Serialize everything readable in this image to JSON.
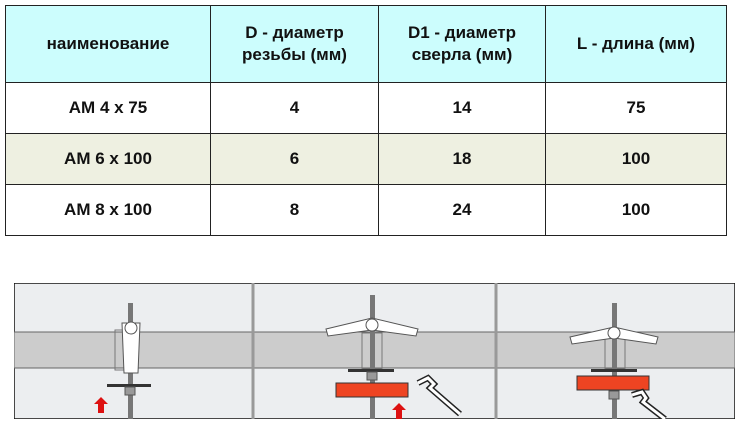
{
  "table": {
    "headers": [
      "наименование",
      "D - диаметр резьбы (мм)",
      "D1  - диаметр сверла (мм)",
      "L - длина (мм)"
    ],
    "rows": [
      [
        "АМ 4 х 75",
        "4",
        "14",
        "75"
      ],
      [
        "АМ 6 х 100",
        "6",
        "18",
        "100"
      ],
      [
        "АМ 8 х 100",
        "8",
        "24",
        "100"
      ]
    ]
  },
  "colors": {
    "header_bg": "#ccfdfd",
    "alt_row_bg": "#eef0e1",
    "plate": "#ee4422",
    "arrow": "#dd1111"
  },
  "illustration": {
    "steps": [
      "insert-toggle",
      "tighten-with-wrench",
      "fastened"
    ]
  }
}
